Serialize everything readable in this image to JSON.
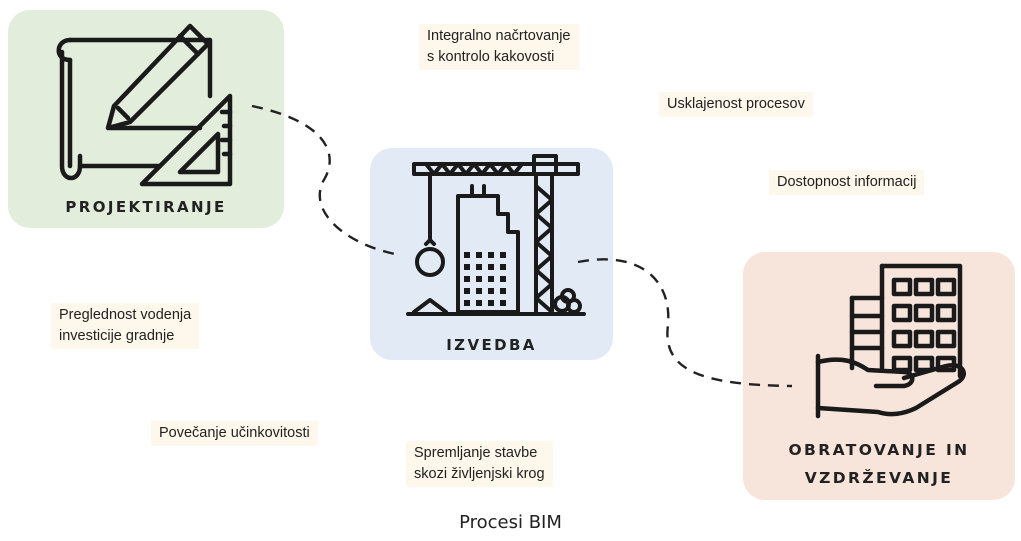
{
  "phases": {
    "design": {
      "label": "PROJEKTIRANJE",
      "color": "#e3eddb"
    },
    "construction": {
      "label": "IZVEDBA",
      "color": "#e2ebf5"
    },
    "operation": {
      "line1": "OBRATOVANJE IN",
      "line2": "VZDRŽEVANJE",
      "color": "#f7e4da"
    }
  },
  "benefits": {
    "integral": {
      "line1": "Integralno načrtovanje",
      "line2": "s kontrolo kakovosti"
    },
    "alignment": {
      "line1": "Usklajenost procesov"
    },
    "access": {
      "line1": "Dostopnost informacij"
    },
    "overview": {
      "line1": "Preglednost vodenja",
      "line2": "investicije gradnje"
    },
    "efficiency": {
      "line1": "Povečanje učinkovitosti"
    },
    "lifecycle": {
      "line1": "Spremljanje stavbe",
      "line2": "skozi življenjski krog"
    }
  },
  "icons": {
    "design": "blueprint-pencil-icon",
    "construction": "crane-building-icon",
    "operation": "hand-building-icon"
  },
  "caption": "Procesi BIM"
}
